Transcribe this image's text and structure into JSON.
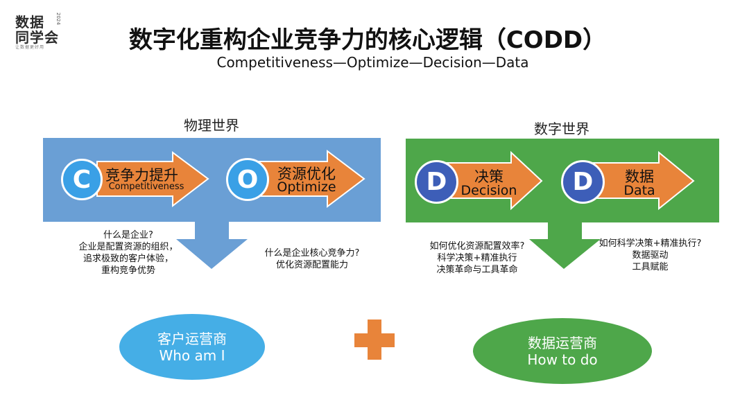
{
  "logo": {
    "line1": "数据",
    "line2": "同学会",
    "year": "2024",
    "tagline": "让数据更好用"
  },
  "title": "数字化重构企业竞争力的核心逻辑（CODD）",
  "subtitle": "Competitiveness—Optimize—Decision—Data",
  "sections": {
    "physical": "物理世界",
    "digital": "数字世界"
  },
  "steps": [
    {
      "letter": "C",
      "main": "竞争力提升",
      "sub": "Competitiveness"
    },
    {
      "letter": "O",
      "main": "资源优化",
      "sub": "Optimize"
    },
    {
      "letter": "D",
      "main": "决策",
      "sub": "Decision"
    },
    {
      "letter": "D",
      "main": "数据",
      "sub": "Data"
    }
  ],
  "notes": {
    "left_a": [
      "什么是企业?",
      "企业是配置资源的组织，",
      "追求极致的客户体验，",
      "重构竞争优势"
    ],
    "left_b": [
      "什么是企业核心竞争力?",
      "优化资源配置能力"
    ],
    "right_a": [
      "如何优化资源配置效率?",
      "科学决策+精准执行",
      "决策革命与工具革命"
    ],
    "right_b": [
      "如何科学决策+精准执行?",
      "数据驱动",
      "工具赋能"
    ]
  },
  "outcomes": {
    "left": {
      "cn": "客户运营商",
      "en": "Who am I"
    },
    "right": {
      "cn": "数据运营商",
      "en": "How to do"
    }
  },
  "colors": {
    "blue_panel": "#6a9fd5",
    "green_panel": "#4ea74a",
    "orange": "#e8843a",
    "light_blue": "#45aee6"
  }
}
